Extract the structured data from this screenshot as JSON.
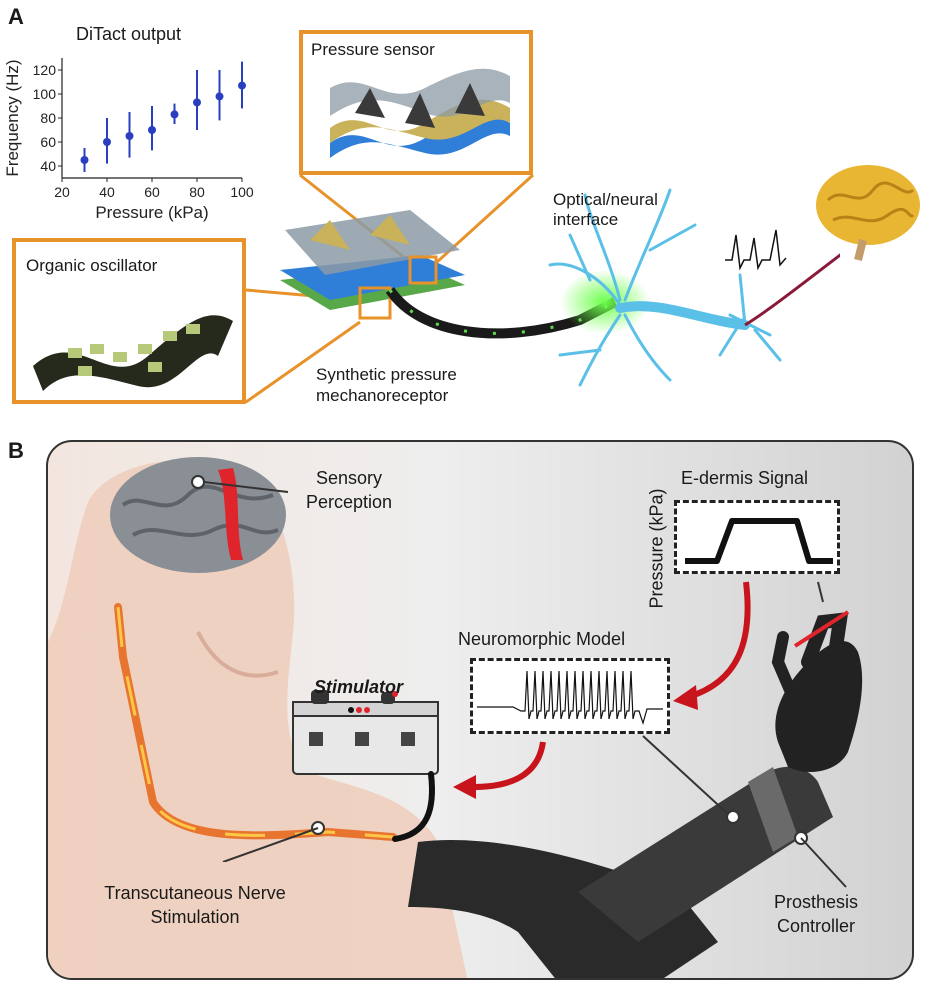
{
  "panel_a": {
    "letter": "A",
    "chart_title": "DiTact output",
    "pressure_sensor_label": "Pressure sensor",
    "organic_oscillator_label": "Organic oscillator",
    "interface_label_1": "Optical/neural",
    "interface_label_2": "interface",
    "mechanoreceptor_label_1": "Synthetic pressure",
    "mechanoreceptor_label_2": "mechanoreceptor"
  },
  "panel_b": {
    "letter": "B",
    "sensory_1": "Sensory",
    "sensory_2": "Perception",
    "edermis_title": "E-dermis Signal",
    "edermis_ylabel": "Pressure (kPa)",
    "neuromorphic_title": "Neuromorphic Model",
    "stimulator_label": "Stimulator",
    "nerve_1": "Transcutaneous Nerve",
    "nerve_2": "Stimulation",
    "controller_1": "Prosthesis",
    "controller_2": "Controller"
  },
  "chart_data": {
    "type": "scatter",
    "title": "DiTact output",
    "xlabel": "Pressure (kPa)",
    "ylabel": "Frequency (Hz)",
    "xlim": [
      20,
      100
    ],
    "ylim": [
      30,
      130
    ],
    "xticks": [
      20,
      40,
      60,
      80,
      100
    ],
    "yticks": [
      40,
      60,
      80,
      100,
      120
    ],
    "x": [
      30,
      40,
      50,
      60,
      70,
      80,
      90,
      100
    ],
    "y": [
      45,
      60,
      65,
      70,
      83,
      93,
      98,
      107
    ],
    "err_low": [
      35,
      42,
      47,
      53,
      75,
      70,
      78,
      88
    ],
    "err_high": [
      55,
      80,
      85,
      90,
      92,
      120,
      120,
      127
    ],
    "color": "#2a3fbf",
    "grid": false
  }
}
